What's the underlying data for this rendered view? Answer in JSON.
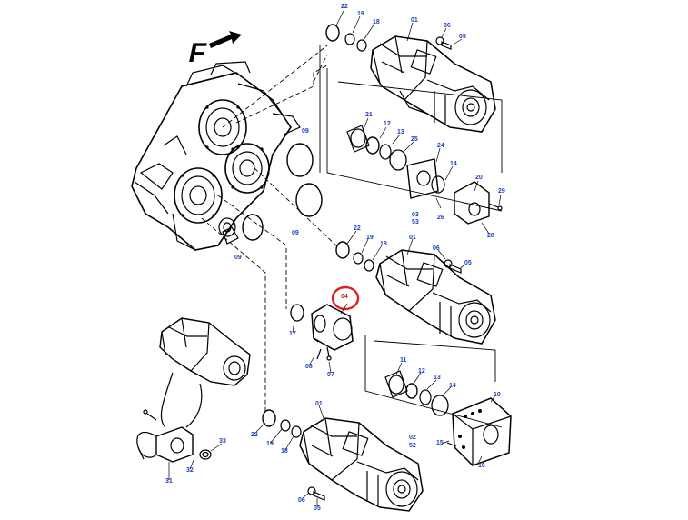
{
  "direction_label": "F",
  "highlight_color": "#dd1f1f",
  "callout_color": "#1f3fbf",
  "callouts": [
    {
      "text": "22"
    },
    {
      "text": "19"
    },
    {
      "text": "18"
    },
    {
      "text": "01"
    },
    {
      "text": "06"
    },
    {
      "text": "05"
    },
    {
      "text": "09"
    },
    {
      "text": "21"
    },
    {
      "text": "12"
    },
    {
      "text": "13"
    },
    {
      "text": "25"
    },
    {
      "text": "24"
    },
    {
      "text": "14"
    },
    {
      "text": "20"
    },
    {
      "text": "29"
    },
    {
      "text": "26"
    },
    {
      "text": "03"
    },
    {
      "text": "53"
    },
    {
      "text": "28"
    },
    {
      "text": "09"
    },
    {
      "text": "22"
    },
    {
      "text": "19"
    },
    {
      "text": "18"
    },
    {
      "text": "01"
    },
    {
      "text": "06"
    },
    {
      "text": "05"
    },
    {
      "text": "09"
    },
    {
      "text": "04"
    },
    {
      "text": "17"
    },
    {
      "text": "08"
    },
    {
      "text": "07"
    },
    {
      "text": "11"
    },
    {
      "text": "12"
    },
    {
      "text": "13"
    },
    {
      "text": "14"
    },
    {
      "text": "10"
    },
    {
      "text": "02"
    },
    {
      "text": "52"
    },
    {
      "text": "15"
    },
    {
      "text": "16"
    },
    {
      "text": "01"
    },
    {
      "text": "22"
    },
    {
      "text": "19"
    },
    {
      "text": "18"
    },
    {
      "text": "33"
    },
    {
      "text": "31"
    },
    {
      "text": "32"
    },
    {
      "text": "06"
    },
    {
      "text": "05"
    }
  ]
}
